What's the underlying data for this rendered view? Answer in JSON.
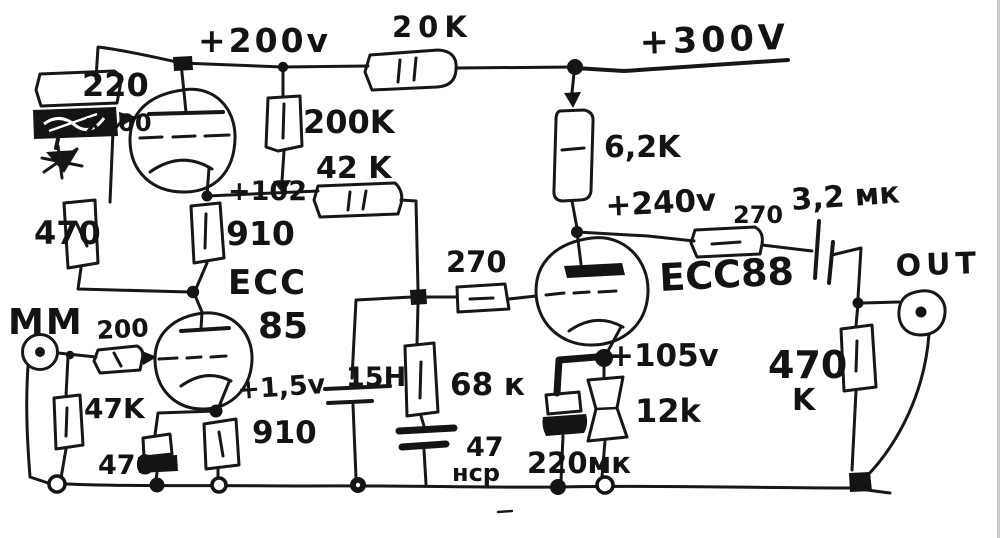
{
  "power": {
    "v200": "+200v",
    "r20k": "20K",
    "v300": "+300V",
    "r220": "220",
    "cx400": "х400"
  },
  "input": {
    "jack": "MM",
    "r200_grid": "200",
    "r47k": "47K"
  },
  "stage1": {
    "r200k": "200K",
    "r42k": "42 K",
    "node102": "+102",
    "r910_anode": "910",
    "tube_line1": "ECC",
    "tube_line2": "85",
    "r470_grid": "470",
    "node1_5v": "+1,5v",
    "r910_cathode": "910",
    "c470_bypass": "470"
  },
  "riaa": {
    "l15h": "15H",
    "r68k": "68 к",
    "c47n_value": "47",
    "c47n_unit": "нср",
    "r270_grid": "270"
  },
  "stage2": {
    "r6_2k": "6,2K",
    "node240v": "+240v",
    "r270_anode": "270",
    "tube": "ECC88",
    "node105v": "+105v",
    "r12k": "12k",
    "c220uf": "220мк"
  },
  "output": {
    "c3_2uf": "3,2 мк",
    "r470k_value": "470",
    "r470k_unit": "K",
    "jack": "OUT"
  }
}
